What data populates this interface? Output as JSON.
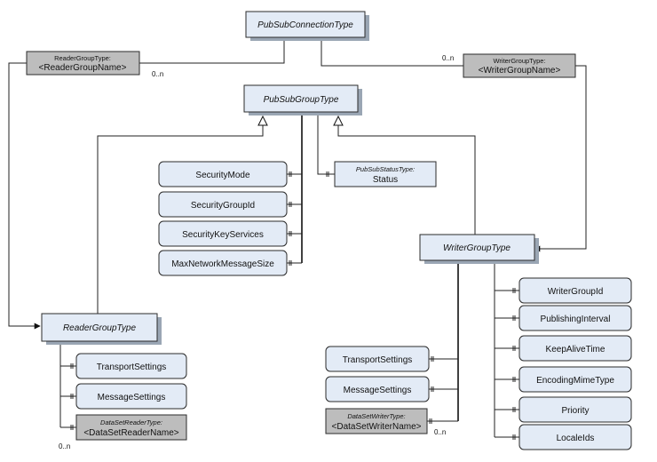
{
  "nodes": {
    "pubsub_connection_type": "PubSubConnectionType",
    "pubsub_group_type": "PubSubGroupType",
    "reader_group_type": "ReaderGroupType",
    "writer_group_type": "WriterGroupType",
    "reader_group_ref": {
      "type_line": "ReaderGroupType:",
      "name_line": "<ReaderGroupName>"
    },
    "writer_group_ref": {
      "type_line": "WriterGroupType:",
      "name_line": "<WriterGroupName>"
    },
    "pubsub_status": {
      "type_line": "PubSubStatusType:",
      "name_line": "Status"
    },
    "dataset_reader": {
      "type_line": "DataSetReaderType:",
      "name_line": "<DataSetReaderName>"
    },
    "dataset_writer": {
      "type_line": "DataSetWriterType:",
      "name_line": "<DataSetWriterName>"
    }
  },
  "group_properties": [
    "SecurityMode",
    "SecurityGroupId",
    "SecurityKeyServices",
    "MaxNetworkMessageSize"
  ],
  "reader_properties": [
    "TransportSettings",
    "MessageSettings"
  ],
  "writer_left_properties": [
    "TransportSettings",
    "MessageSettings"
  ],
  "writer_right_properties": [
    "WriterGroupId",
    "PublishingInterval",
    "KeepAliveTime",
    "EncodingMimeType",
    "Priority",
    "LocaleIds"
  ],
  "cardinalities": {
    "reader_groups": "0..n",
    "writer_groups": "0..n",
    "dataset_readers": "0..n",
    "dataset_writers": "0..n"
  },
  "colors": {
    "node_fill": "#e3ebf6",
    "ref_fill": "#bdbdbd",
    "line": "#222222"
  }
}
